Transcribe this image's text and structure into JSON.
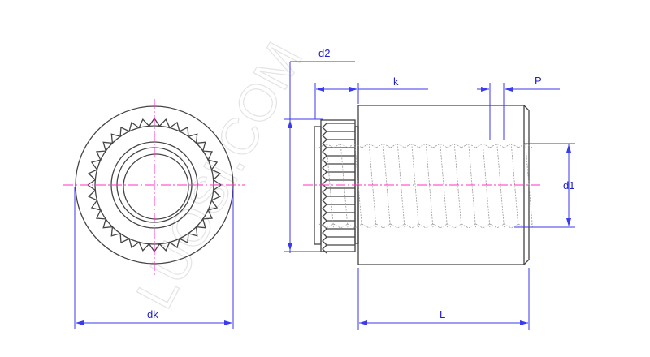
{
  "watermark": "LUOSI.COM",
  "labels": {
    "d2": "d2",
    "k": "k",
    "P": "P",
    "d1": "d1",
    "L": "L",
    "dk": "dk"
  },
  "colors": {
    "outline": "#444444",
    "dimension": "#3a3aee",
    "centerline": "#ff2fc8",
    "hidden_thread": "#9a9a9a"
  },
  "views": [
    "end-view-knurled-head",
    "side-view-threaded-body"
  ]
}
